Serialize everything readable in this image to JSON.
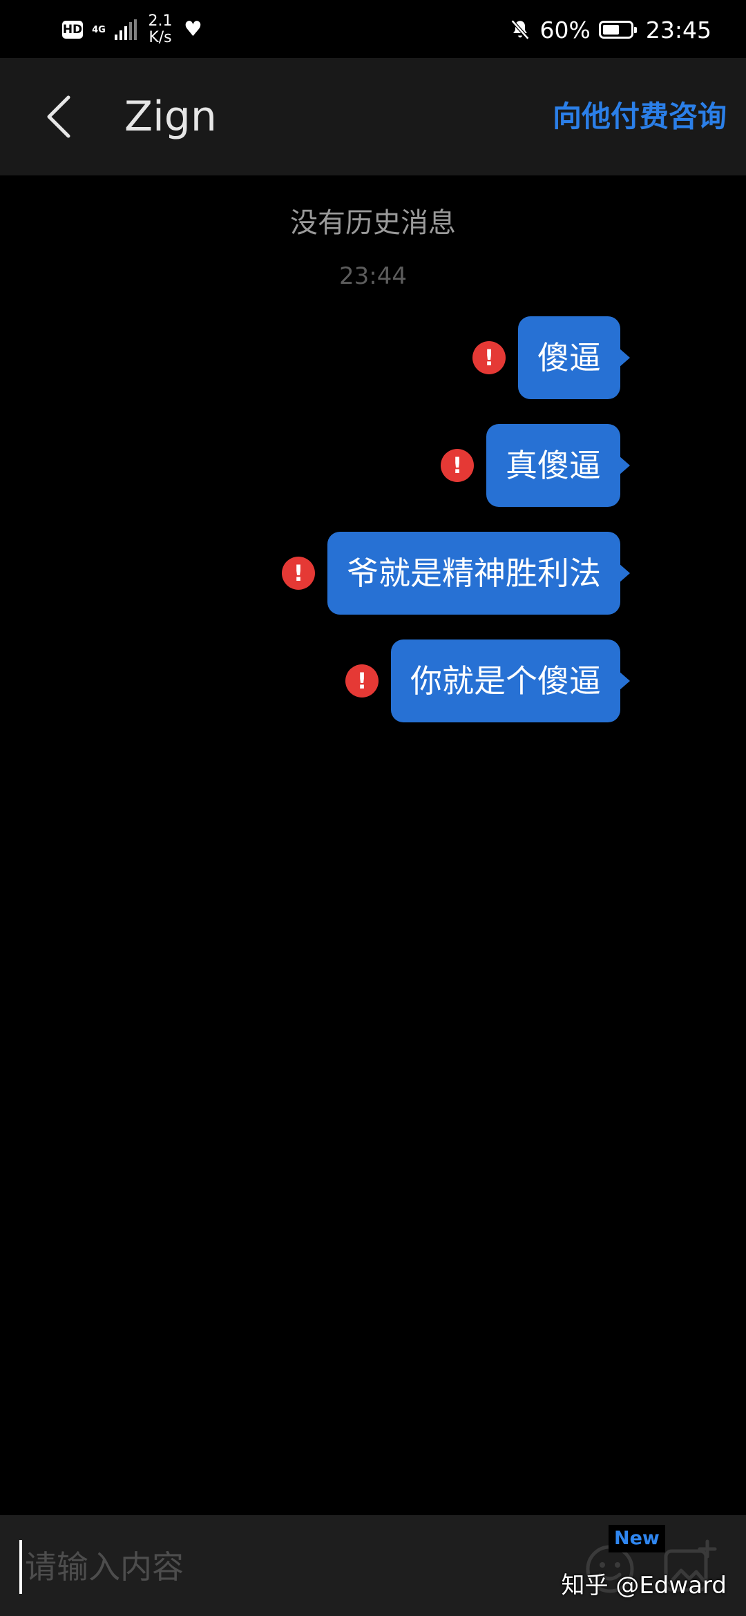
{
  "status_bar": {
    "hd": "HD",
    "net_type": "4G",
    "speed_value": "2.1",
    "speed_unit": "K/s",
    "battery": "60%",
    "battery_level": 0.6,
    "time": "23:45"
  },
  "header": {
    "title": "Zign",
    "consult_label": "向他付费咨询"
  },
  "chat": {
    "no_history": "没有历史消息",
    "timestamp": "23:44",
    "messages": [
      {
        "text": "傻逼",
        "status": "failed"
      },
      {
        "text": "真傻逼",
        "status": "failed"
      },
      {
        "text": "爷就是精神胜利法",
        "status": "failed"
      },
      {
        "text": "你就是个傻逼",
        "status": "failed"
      }
    ],
    "error_symbol": "!"
  },
  "input_bar": {
    "placeholder": "请输入内容",
    "new_badge": "New"
  },
  "watermark": "知乎 @Edward",
  "colors": {
    "accent": "#2b7fe8",
    "bubble": "#2771d4",
    "error": "#e53935",
    "header_bg": "#191919",
    "input_bg": "#1e1e1e"
  }
}
